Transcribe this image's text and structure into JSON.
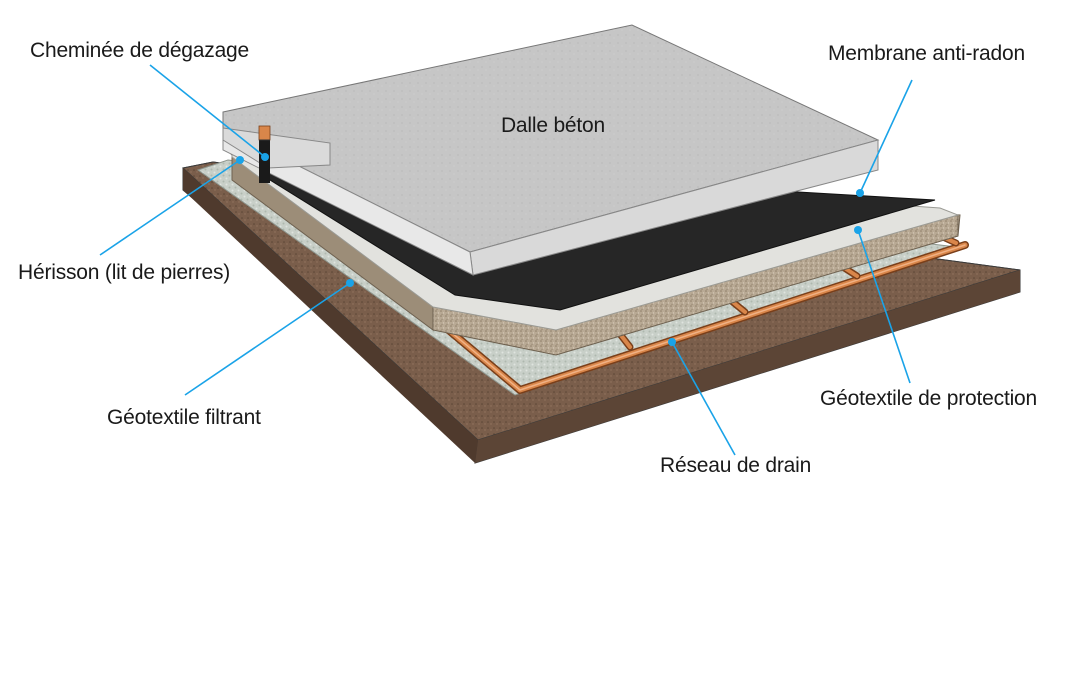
{
  "labels": {
    "chimney": "Cheminée de dégazage",
    "membrane": "Membrane anti-radon",
    "slab": "Dalle béton",
    "hardcore": "Hérisson (lit de pierres)",
    "filter_geotextile": "Géotextile filtrant",
    "protection_geotextile": "Géotextile de protection",
    "drain_network": "Réseau de drain"
  },
  "colors": {
    "leader_lines": "#1aa3e8",
    "soil": "#6b5140",
    "gravel": "#b4a590",
    "membrane": "#262626",
    "concrete": "#c9c9c9",
    "drain_pipe": "#d9864a"
  }
}
